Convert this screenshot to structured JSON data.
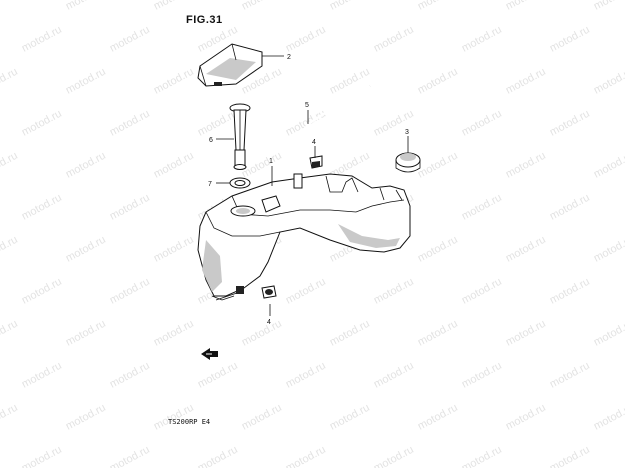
{
  "figure": {
    "title": "FIG.31",
    "model_code": "TS200RP  E4"
  },
  "watermark": {
    "text": "motod.ru"
  },
  "callouts": [
    {
      "id": "filler-cap",
      "number": "2"
    },
    {
      "id": "fuel-gauge-unit",
      "number": "6"
    },
    {
      "id": "fuel-tank",
      "number": "1"
    },
    {
      "id": "breather-hose",
      "number": "5"
    },
    {
      "id": "cushion-front",
      "number": "4"
    },
    {
      "id": "cushion-rear",
      "number": "3"
    },
    {
      "id": "gasket",
      "number": "7"
    },
    {
      "id": "mount-bolt",
      "number": "4"
    }
  ],
  "direction_arrow": {
    "icon": "forward-arrow-icon"
  }
}
